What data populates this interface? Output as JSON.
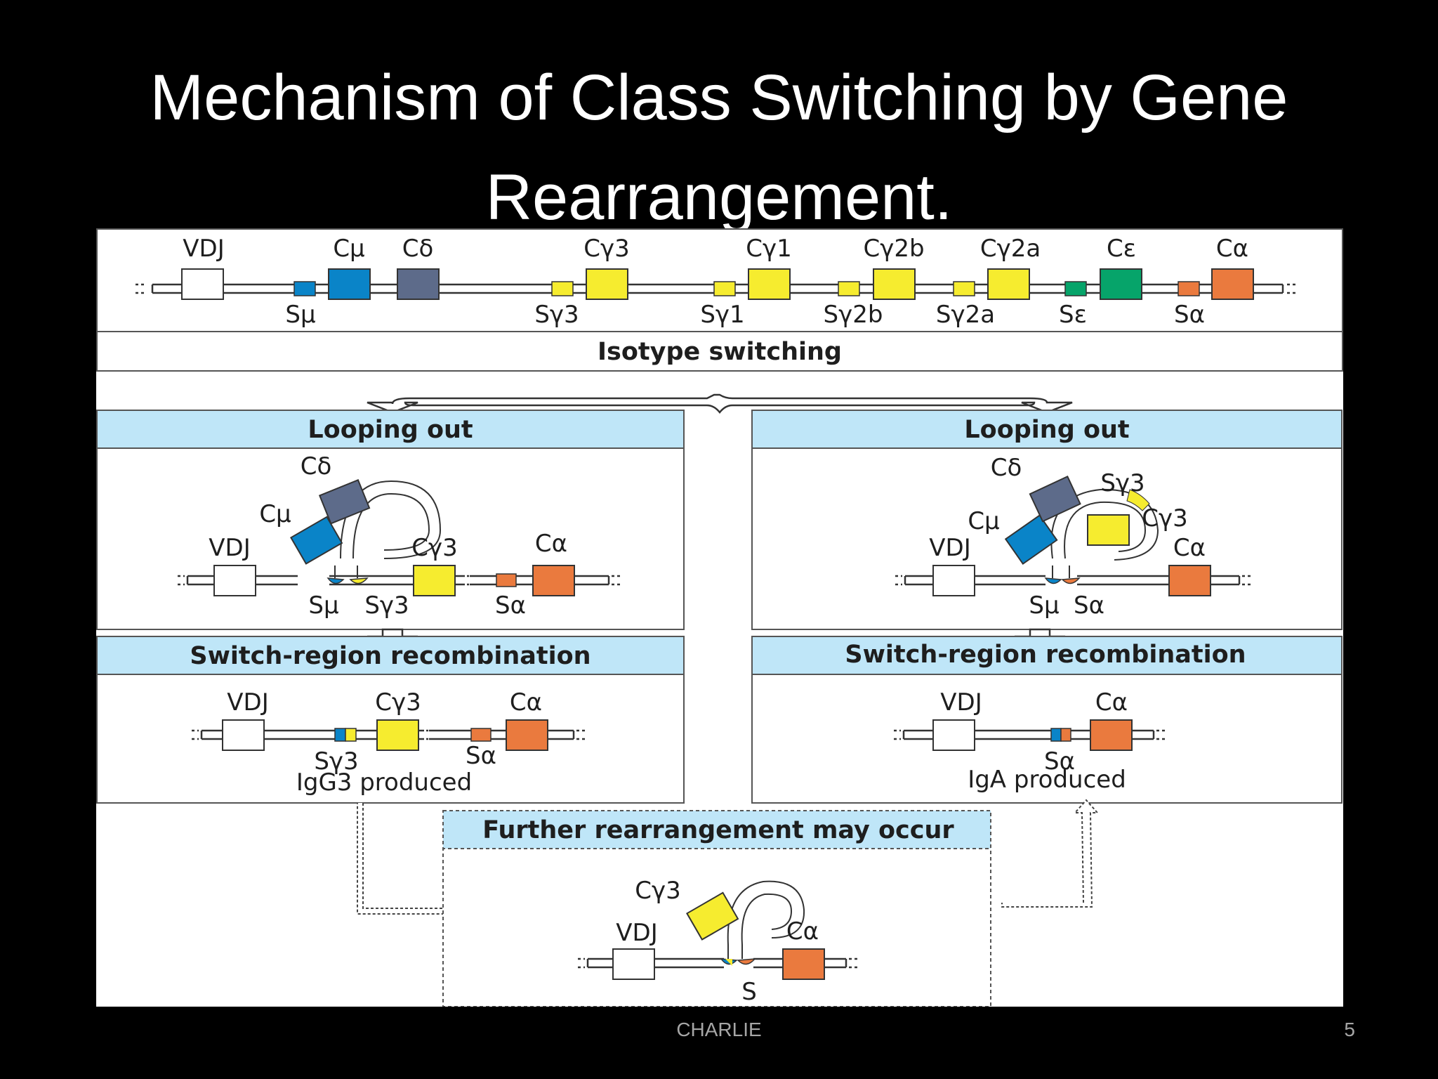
{
  "slide": {
    "title_line1": "Mechanism of Class Switching by Gene",
    "title_line2": "Rearrangement.",
    "footer": "CHARLIE",
    "page_number": "5"
  },
  "colors": {
    "mu": "#0a84c8",
    "delta": "#5d6b8a",
    "gamma": "#f6ec2f",
    "epsilon": "#06a46a",
    "alpha": "#ea7a3e",
    "panel_header": "#bfe6f8"
  },
  "diagram": {
    "top": {
      "exons": [
        "VDJ",
        "Cμ",
        "Cδ",
        "Cγ3",
        "Cγ1",
        "Cγ2b",
        "Cγ2a",
        "Cε",
        "Cα"
      ],
      "switch_regions": [
        "Sμ",
        "Sγ3",
        "Sγ1",
        "Sγ2b",
        "Sγ2a",
        "Sε",
        "Sα"
      ],
      "caption": "Isotype switching"
    },
    "left": {
      "loop_header": "Looping out",
      "loop_labels": {
        "cdelta": "Cδ",
        "cmu": "Cμ",
        "vdj": "VDJ",
        "cgamma3": "Cγ3",
        "calpha": "Cα",
        "smu": "Sμ",
        "sgamma3": "Sγ3",
        "salpha": "Sα"
      },
      "recomb_header": "Switch-region recombination",
      "recomb_labels": {
        "vdj": "VDJ",
        "cgamma3": "Cγ3",
        "calpha": "Cα",
        "sgamma3": "Sγ3",
        "salpha": "Sα"
      },
      "produced": "IgG3 produced"
    },
    "right": {
      "loop_header": "Looping out",
      "loop_labels": {
        "cdelta": "Cδ",
        "sgamma3": "Sγ3",
        "cmu": "Cμ",
        "cgamma3": "Cγ3",
        "vdj": "VDJ",
        "calpha": "Cα",
        "smu": "Sμ",
        "salpha": "Sα"
      },
      "recomb_header": "Switch-region recombination",
      "recomb_labels": {
        "vdj": "VDJ",
        "calpha": "Cα",
        "salpha": "Sα"
      },
      "produced": "IgA produced"
    },
    "bottom": {
      "header": "Further rearrangement may occur",
      "labels": {
        "cgamma3": "Cγ3",
        "vdj": "VDJ",
        "calpha": "Cα",
        "s": "S"
      }
    }
  }
}
